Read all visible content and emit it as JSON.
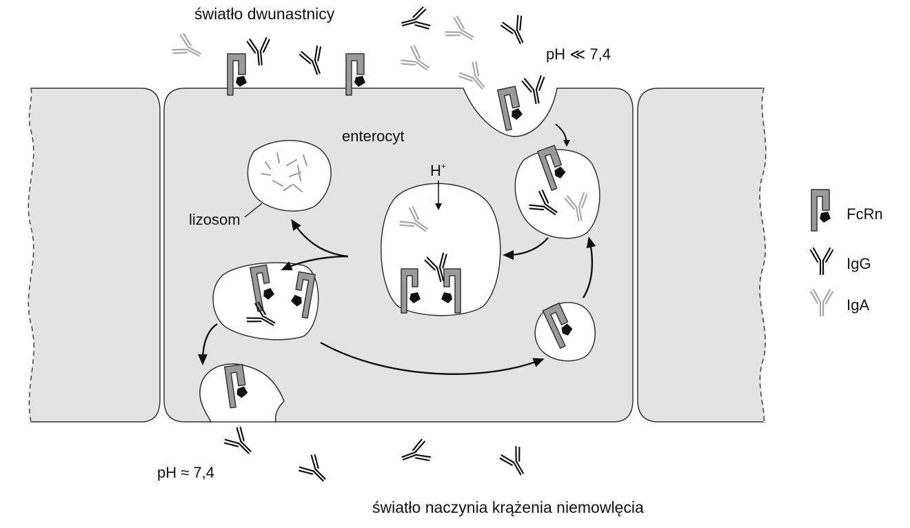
{
  "labels": {
    "duodenum_lumen": "światło dwunastnicy",
    "ph_low": "pH ≪ 7,4",
    "enterocyte": "enterocyt",
    "proton": "H",
    "proton_charge": "+",
    "lysosome": "lizosom",
    "ph_neutral": "pH ≈ 7,4",
    "vessel_lumen": "światło naczynia krążenia niemowlęcia"
  },
  "legend": [
    {
      "symbol": "fcrn",
      "label": "FcRn"
    },
    {
      "symbol": "igg",
      "label": "IgG"
    },
    {
      "symbol": "iga",
      "label": "IgA"
    }
  ],
  "colors": {
    "cell_fill": "#e3e3e3",
    "vesicle_fill": "#ffffff",
    "fcrn_fill": "#9a9a9a",
    "igg_stroke": "#111111",
    "iga_stroke": "#a6a6a6",
    "outline": "#222222"
  }
}
